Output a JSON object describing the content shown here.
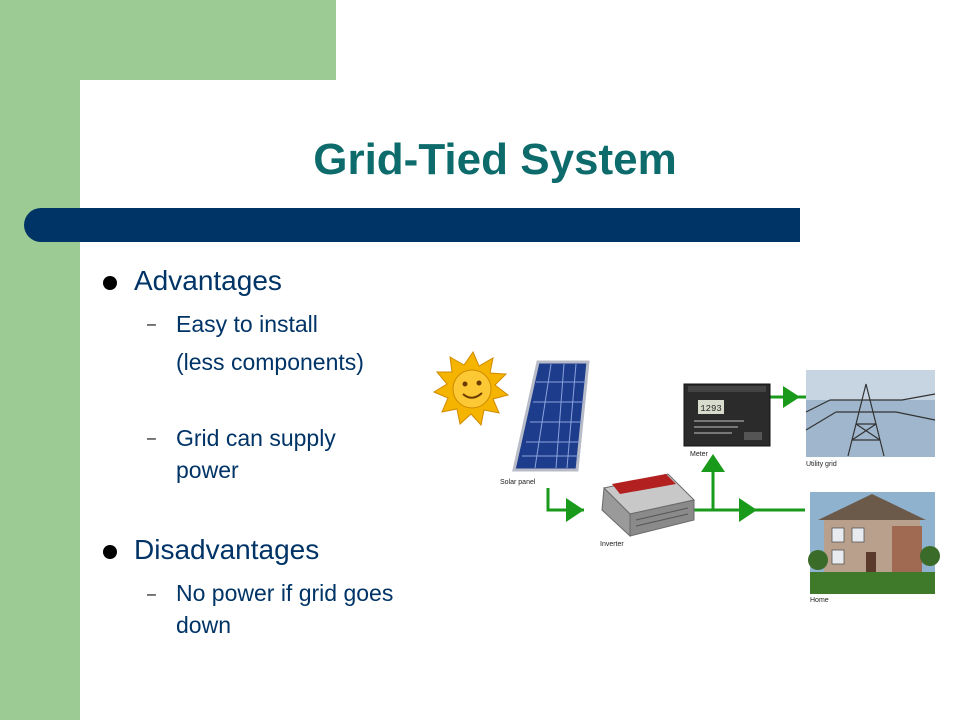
{
  "slide": {
    "title": "Grid-Tied System",
    "advantages": {
      "heading": "Advantages",
      "items": [
        {
          "line1": "Easy to install",
          "line2": "(less components)"
        },
        {
          "line1": "Grid can supply",
          "line2": "power"
        }
      ]
    },
    "disadvantages": {
      "heading": "Disadvantages",
      "items": [
        {
          "line1": "No power if grid goes",
          "line2": "down"
        }
      ]
    },
    "dash_glyph": "–"
  },
  "diagram": {
    "labels": {
      "solar_panel": "Solar panel",
      "inverter": "Inverter",
      "meter": "Meter",
      "utility_grid": "Utility grid",
      "home": "Home"
    },
    "meter_reading": "1293",
    "arrow_color": "#1a9a1a"
  }
}
